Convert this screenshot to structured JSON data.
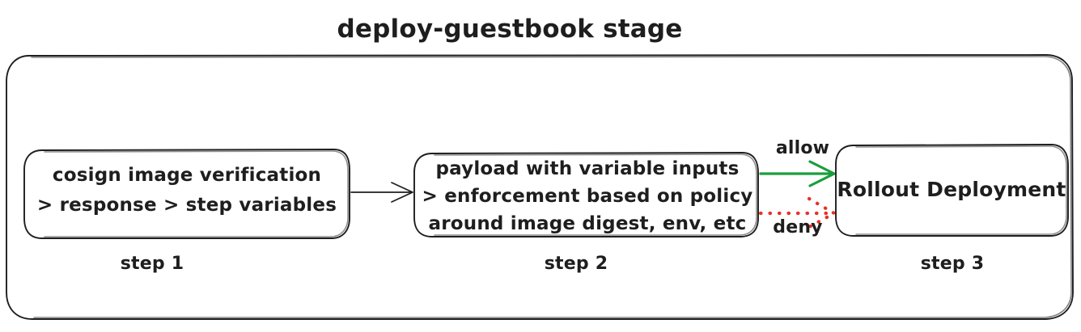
{
  "diagram": {
    "title": "deploy-guestbook stage",
    "container": {
      "name": "stage-container"
    },
    "nodes": [
      {
        "id": "step1",
        "lines": [
          "cosign image verification",
          "> response > step variables"
        ],
        "caption": "step 1"
      },
      {
        "id": "step2",
        "lines": [
          "payload with variable inputs",
          "> enforcement based on policy",
          "around image digest, env, etc"
        ],
        "caption": "step 2"
      },
      {
        "id": "step3",
        "lines": [
          "Rollout Deployment"
        ],
        "caption": "step 3"
      }
    ],
    "edges": [
      {
        "id": "edge-1-2",
        "label": "",
        "style": "solid",
        "color": "#1e1e1e"
      },
      {
        "id": "edge-allow",
        "label": "allow",
        "style": "solid",
        "color": "#1a9e3c"
      },
      {
        "id": "edge-deny",
        "label": "deny",
        "style": "dotted",
        "color": "#e8312a"
      }
    ],
    "colors": {
      "ink": "#1e1e1e",
      "allow": "#1a9e3c",
      "deny": "#e8312a",
      "background": "#ffffff"
    }
  }
}
